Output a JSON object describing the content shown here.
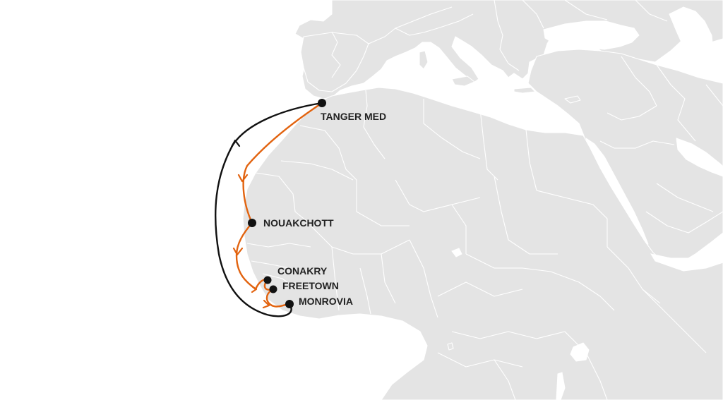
{
  "map": {
    "colors": {
      "land": "#e4e4e4",
      "sea": "#ffffff",
      "borders": "#ffffff",
      "southbound_route": "#e2630f",
      "return_route": "#111111",
      "port_marker": "#111111",
      "label_text": "#222222"
    },
    "ports": [
      {
        "id": "tanger-med",
        "name": "TANGER MED"
      },
      {
        "id": "nouakchott",
        "name": "NOUAKCHOTT"
      },
      {
        "id": "conakry",
        "name": "CONAKRY"
      },
      {
        "id": "freetown",
        "name": "FREETOWN"
      },
      {
        "id": "monrovia",
        "name": "MONROVIA"
      }
    ],
    "routes": [
      {
        "id": "southbound",
        "color": "#e2630f",
        "sequence": [
          "TANGER MED",
          "NOUAKCHOTT",
          "CONAKRY",
          "FREETOWN",
          "MONROVIA"
        ]
      },
      {
        "id": "return",
        "color": "#111111",
        "sequence": [
          "MONROVIA",
          "TANGER MED"
        ]
      }
    ]
  }
}
